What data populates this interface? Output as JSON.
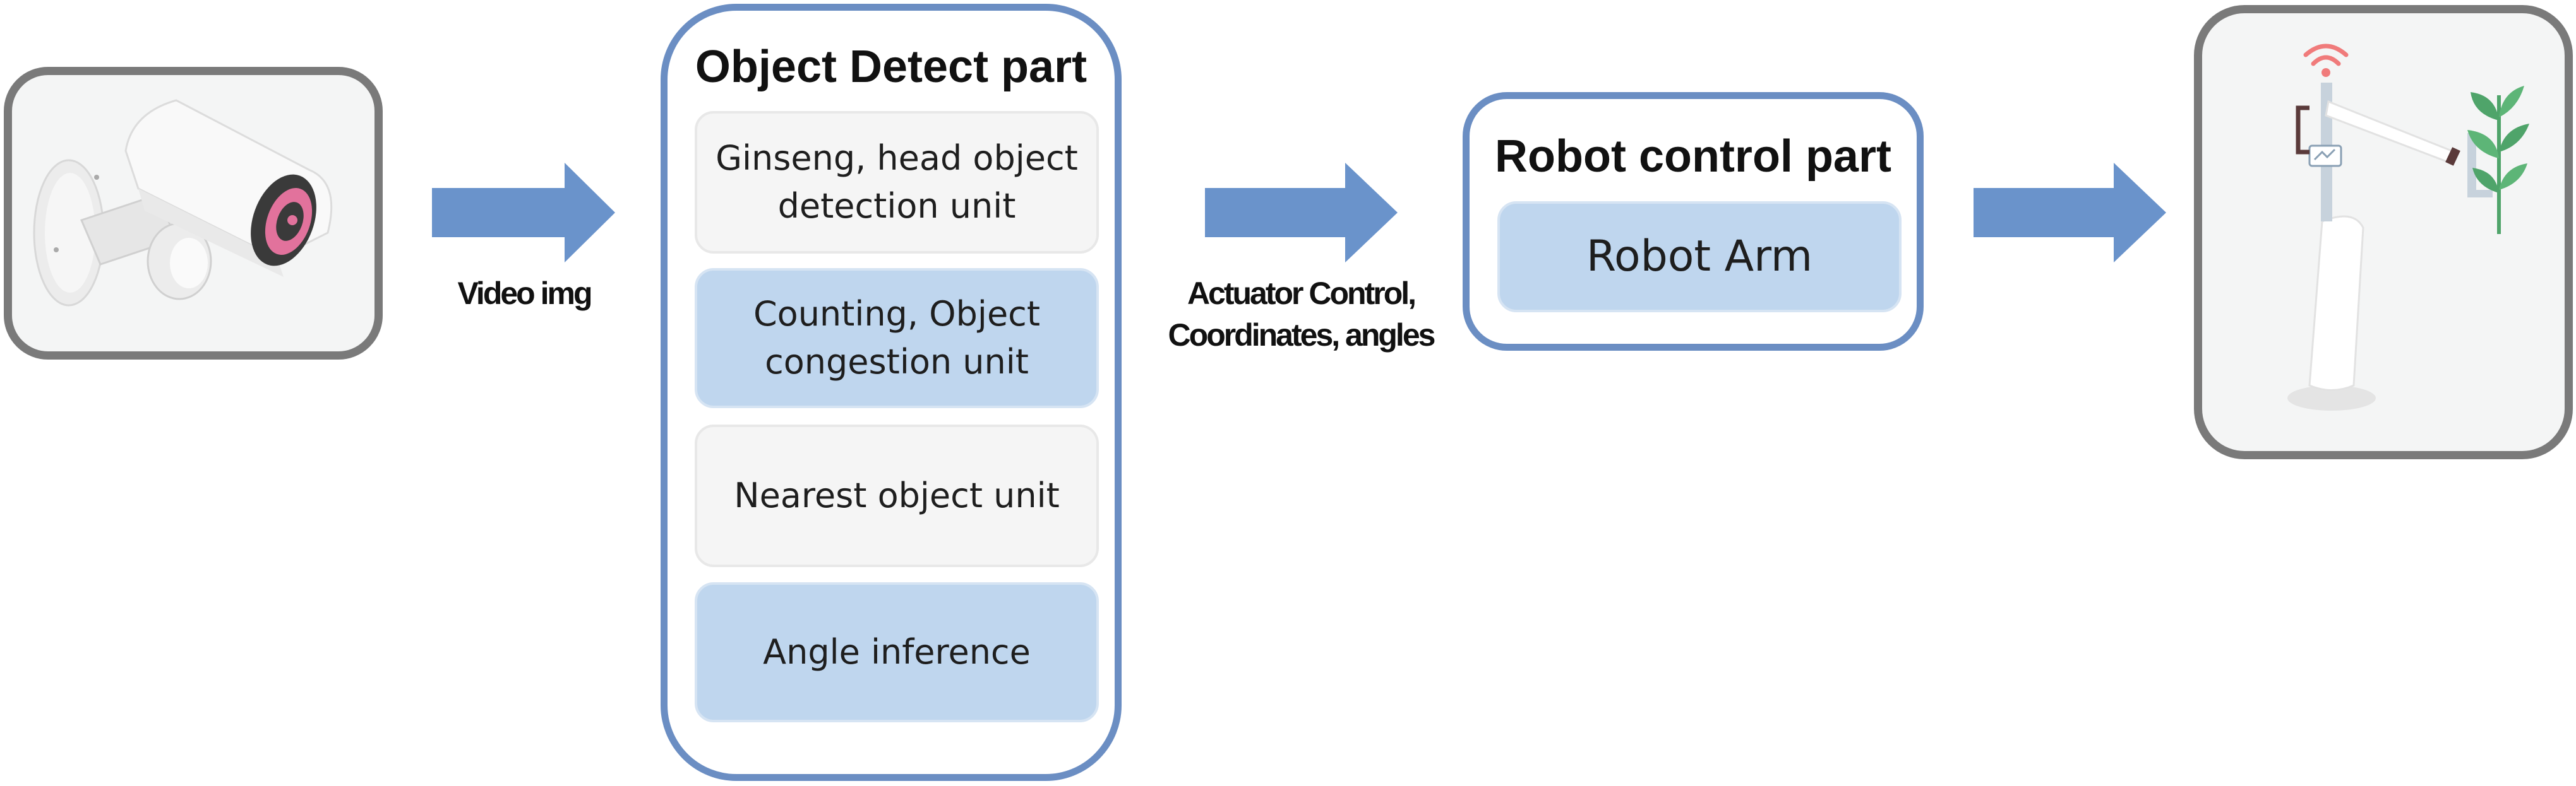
{
  "diagram": {
    "input_label": "Video img",
    "output_label_lines": [
      "Actuator Control,",
      "Coordinates, angles"
    ],
    "detect_part": {
      "title": "Object Detect part",
      "units": [
        {
          "lines": [
            "Ginseng, head object",
            "detection unit"
          ],
          "style": "light"
        },
        {
          "lines": [
            "Counting, Object",
            "congestion unit"
          ],
          "style": "blue"
        },
        {
          "lines": [
            "Nearest object unit"
          ],
          "style": "light"
        },
        {
          "lines": [
            "Angle inference"
          ],
          "style": "blue"
        }
      ]
    },
    "control_part": {
      "title": "Robot control part",
      "units": [
        {
          "lines": [
            "Robot Arm"
          ],
          "style": "blue"
        }
      ]
    }
  },
  "colors": {
    "panel_border": "#6b8ec3",
    "arrow": "#6a93cb",
    "unit_blue": "#bfd6ee",
    "unit_light": "#f5f5f5",
    "frame_border": "#7a7a7a",
    "camera_accent": "#e2729c",
    "wifi": "#f07b7b",
    "leaf": "#4fa46a"
  },
  "icons": [
    "security-camera-icon",
    "robot-arm-icon",
    "wifi-icon",
    "plant-icon",
    "arrow-right-icon"
  ]
}
